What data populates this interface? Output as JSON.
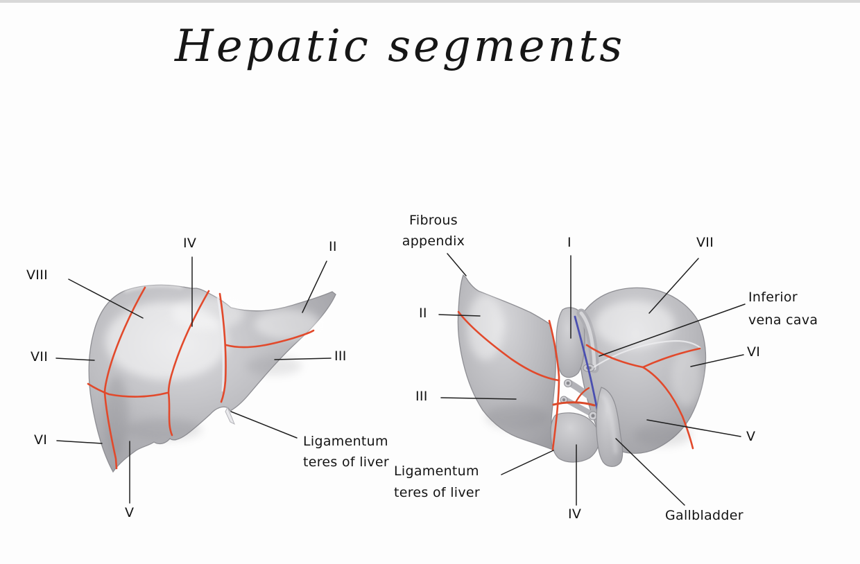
{
  "title": "Hepatic segments",
  "colors": {
    "background": "#fdfdfd",
    "top_strip": "#d8d8d8",
    "liver_gray_light": "#dadadd",
    "liver_gray_dark": "#97979c",
    "segment_line_red": "#e2492b",
    "vein_blue": "#4a4fb0",
    "leader_line": "#1e1e1e",
    "label_text": "#131313"
  },
  "anterior": {
    "viii": "VIII",
    "iv": "IV",
    "ii": "II",
    "vii": "VII",
    "iii": "III",
    "vi": "VI",
    "v": "V",
    "lig_teres_line1": "Ligamentum",
    "lig_teres_line2": "teres of liver"
  },
  "posterior": {
    "fibrous_line1": "Fibrous",
    "fibrous_line2": "appendix",
    "i": "I",
    "vii": "VII",
    "ii": "II",
    "ivc_line1": "Inferior",
    "ivc_line2": "vena cava",
    "vi": "VI",
    "iii": "III",
    "v": "V",
    "lig_teres_line1": "Ligamentum",
    "lig_teres_line2": "teres of liver",
    "iv": "IV",
    "gallbladder": "Gallbladder"
  }
}
